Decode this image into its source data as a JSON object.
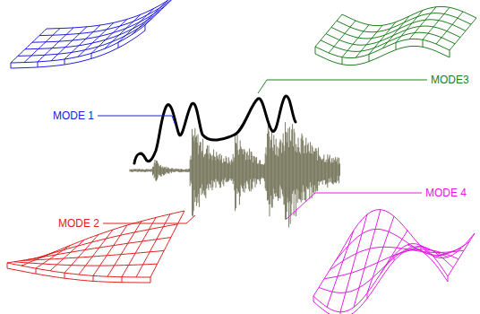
{
  "diagram": {
    "labels": [
      "MODE 1",
      "MODE 2",
      "MODE3",
      "MODE 4"
    ]
  }
}
